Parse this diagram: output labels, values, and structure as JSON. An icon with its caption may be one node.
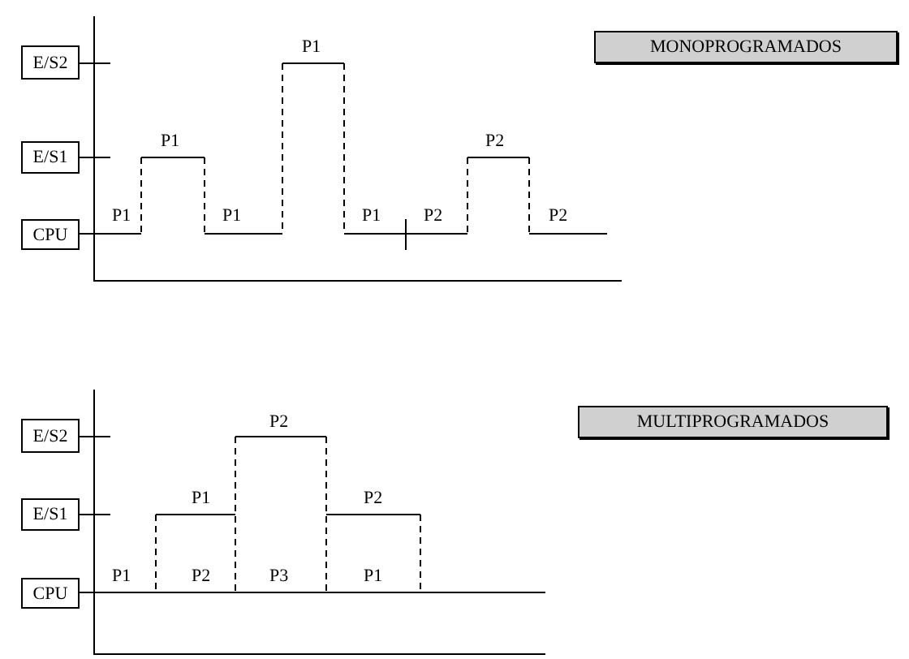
{
  "diagram": {
    "nodes": [
      {
        "text": [
          "E/S2"
        ]
      },
      {
        "text": [
          "E/S1"
        ]
      },
      {
        "text": [
          "CPU"
        ]
      },
      {
        "text": [
          "MONOPROGRAMADOS"
        ]
      },
      {
        "text": [
          "E/S2"
        ]
      },
      {
        "text": [
          "E/S1"
        ]
      },
      {
        "text": [
          "CPU"
        ]
      },
      {
        "text": [
          "MULTIPROGRAMADOS"
        ]
      }
    ],
    "labels": [
      "P1",
      "P1",
      "P2",
      "P1",
      "P1",
      "P1",
      "P2",
      "P2",
      "P2",
      "P1",
      "P2",
      "P1",
      "P2",
      "P3",
      "P1"
    ]
  }
}
